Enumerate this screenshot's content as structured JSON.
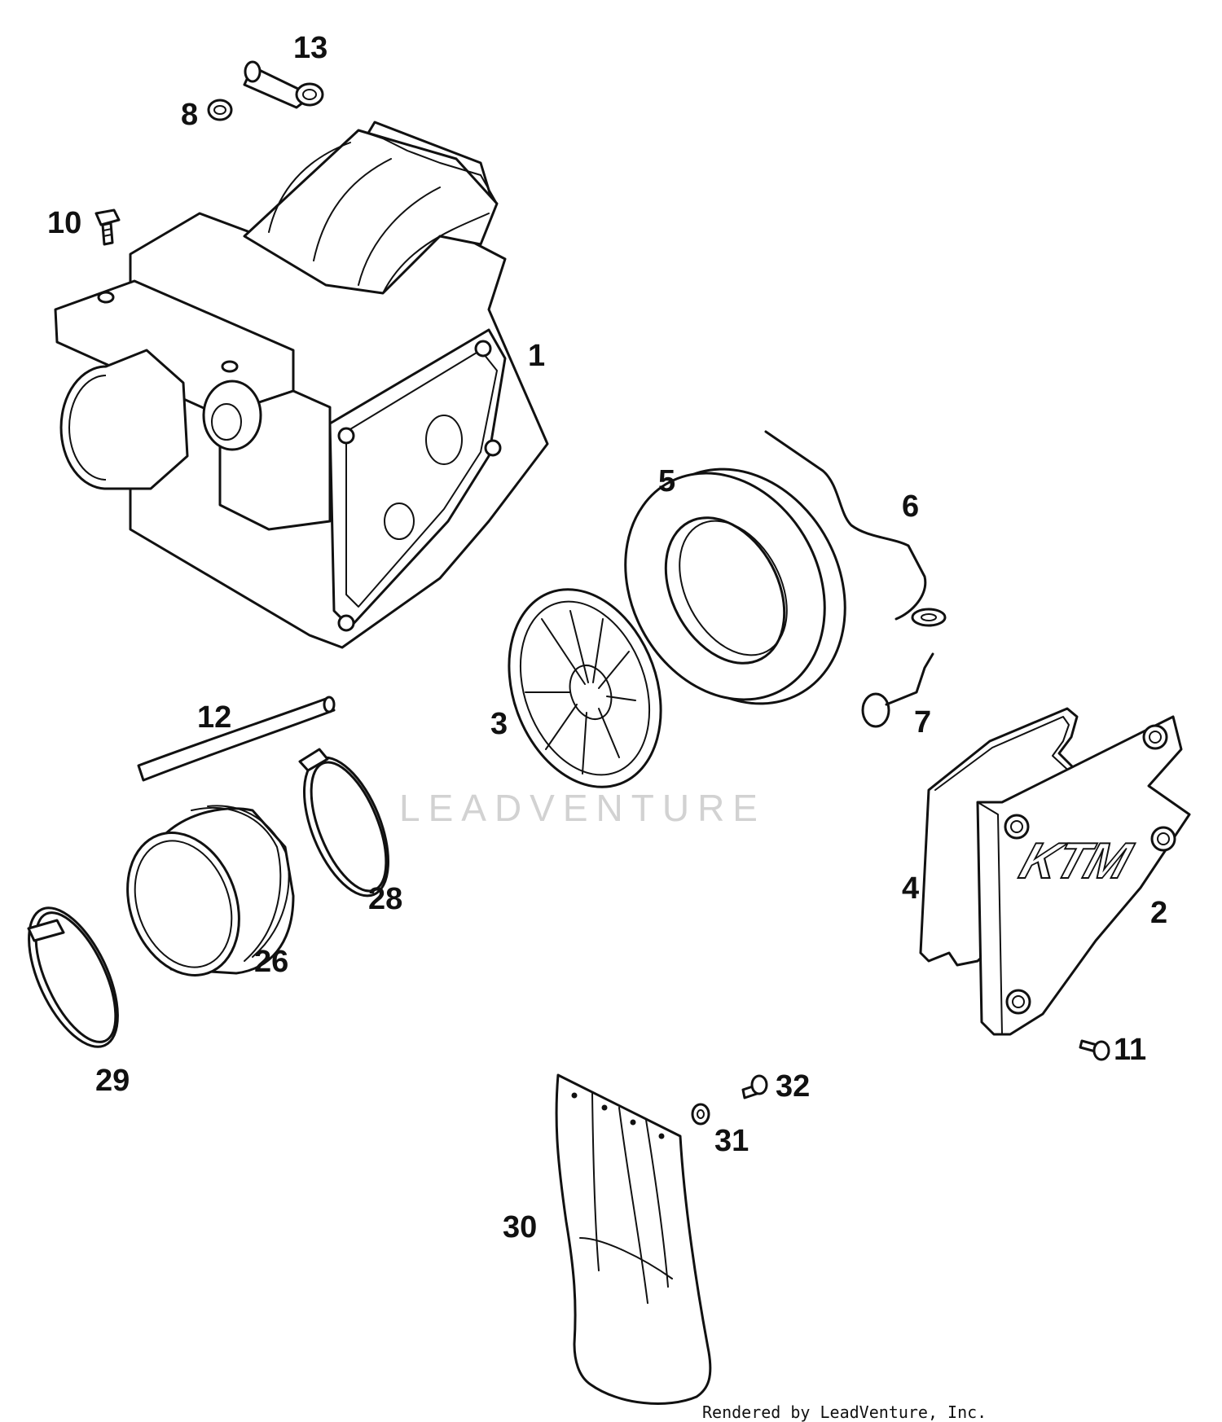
{
  "callouts": {
    "c1": "1",
    "c2": "2",
    "c3": "3",
    "c4": "4",
    "c5": "5",
    "c6": "6",
    "c7": "7",
    "c8": "8",
    "c10": "10",
    "c11": "11",
    "c12": "12",
    "c13": "13",
    "c26": "26",
    "c28": "28",
    "c29": "29",
    "c30": "30",
    "c31": "31",
    "c32": "32"
  },
  "watermark": "LEADVENTURE",
  "credit": "Rendered by LeadVenture, Inc.",
  "logo_text": "KTM",
  "colors": {
    "line": "#111111",
    "background": "#ffffff",
    "watermark": "#d2d2d2"
  }
}
